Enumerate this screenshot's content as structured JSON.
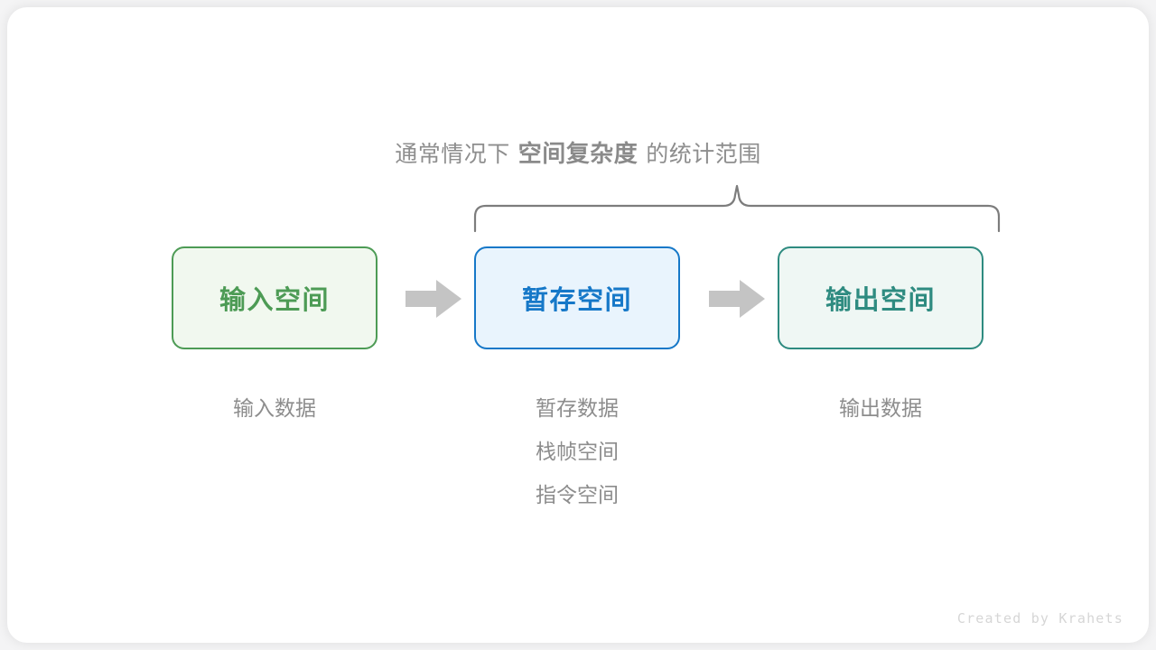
{
  "diagram": {
    "caption": {
      "prefix": "通常情况下",
      "emphasis": "空间复杂度",
      "suffix": "的统计范围"
    },
    "brace": {
      "name": "curly-brace",
      "color": "#7d7d7d",
      "spans_boxes": [
        "暂存空间",
        "输出空间"
      ]
    },
    "stages": [
      {
        "id": "input",
        "box_label": "输入空间",
        "border_color": "#4d9b55",
        "fill_color": "#f1f8ef",
        "text_color": "#4d9b55",
        "notes": [
          "输入数据"
        ]
      },
      {
        "id": "temp",
        "box_label": "暂存空间",
        "border_color": "#1678c8",
        "fill_color": "#e9f4fd",
        "text_color": "#1678c8",
        "notes": [
          "暂存数据",
          "栈帧空间",
          "指令空间"
        ]
      },
      {
        "id": "output",
        "box_label": "输出空间",
        "border_color": "#2e8b80",
        "fill_color": "#eff7f4",
        "text_color": "#2e8b80",
        "notes": [
          "输出数据"
        ]
      }
    ],
    "arrows": [
      {
        "id": "arrow-1",
        "from": "input",
        "to": "temp",
        "color": "#c4c4c4"
      },
      {
        "id": "arrow-2",
        "from": "temp",
        "to": "output",
        "color": "#c4c4c4"
      }
    ],
    "footer": "Created by Krahets"
  }
}
